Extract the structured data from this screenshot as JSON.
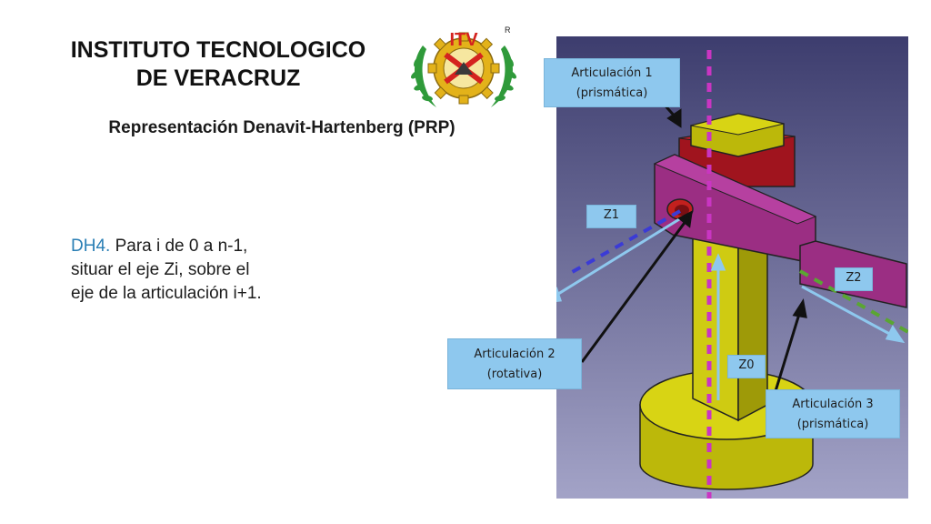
{
  "header": {
    "title_line1": "INSTITUTO TECNOLOGICO",
    "title_line2": "DE VERACRUZ",
    "logo_text": "ITV",
    "logo_mark": "R"
  },
  "subtitle": "Representación Denavit-Hartenberg (PRP)",
  "statement": {
    "label": "DH4.",
    "line1": " Para i de 0 a n-1,",
    "line2": "situar el eje Zi, sobre el",
    "line3": "eje de la articulación i+1."
  },
  "labels": {
    "joint1_line1": "Articulación 1",
    "joint1_line2": "(prismática)",
    "z1": "Z1",
    "z2": "Z2",
    "joint2_line1": "Articulación 2",
    "joint2_line2": "(rotativa)",
    "z0": "Z0",
    "joint3_line1": "Articulación 3",
    "joint3_line2": "(prismática)"
  },
  "colors": {
    "panel_top": "#3d3d6e",
    "panel_bottom": "#a3a3c7",
    "base_yellow": "#d8d414",
    "link_magenta": "#9b2e83",
    "block_red": "#a0141e",
    "callout_blue": "#8ec8ee",
    "axis_z0": "#c935c2",
    "axis_z1": "#3b3bd6",
    "axis_z2": "#5aa632"
  }
}
